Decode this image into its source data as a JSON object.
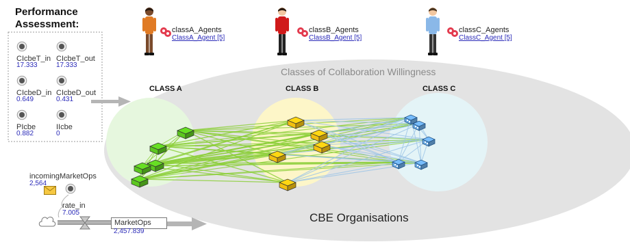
{
  "performance": {
    "title": "Performance\nAssessment:",
    "metrics": [
      {
        "name": "CIcbeT_in",
        "value": "17.333"
      },
      {
        "name": "CIcbeT_out",
        "value": "17.333"
      },
      {
        "name": "CIcbeD_in",
        "value": "0.649"
      },
      {
        "name": "CIcbeD_out",
        "value": "0.431"
      },
      {
        "name": "PIcbe",
        "value": "0.882"
      },
      {
        "name": "IIcbe",
        "value": "0"
      }
    ]
  },
  "agents": [
    {
      "name": "classA_Agents",
      "population": "ClassA_Agent [5]"
    },
    {
      "name": "classB_Agents",
      "population": "ClassB_Agent [5]"
    },
    {
      "name": "classC_Agents",
      "population": "ClassC_Agent [5]"
    }
  ],
  "collaboration": {
    "title": "Classes of Collaboration Willingness",
    "class_a": "CLASS A",
    "class_b": "CLASS B",
    "class_c": "CLASS C",
    "org_label": "CBE Organisations"
  },
  "market": {
    "incoming_name": "incomingMarketOps",
    "incoming_value": "2,564",
    "rate_name": "rate_in",
    "rate_value": "7.005",
    "stock_name": "MarketOps",
    "stock_value": "2,457.839"
  },
  "colors": {
    "class_a_block": "#5cc71f",
    "class_b_block": "#f2c010",
    "class_c_block": "#6aa8e0",
    "link_green": "#8ccf3a",
    "link_blue": "#9cc4e6",
    "value_text": "#2a2ab8"
  }
}
